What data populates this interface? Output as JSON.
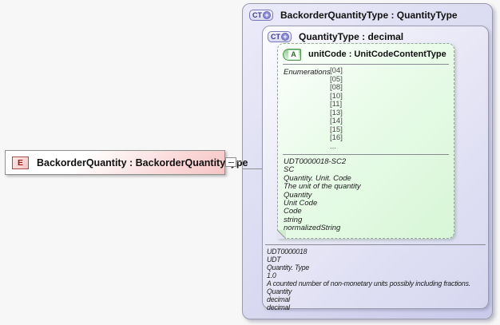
{
  "diagram": {
    "element_box": {
      "icon": "E",
      "label": "BackorderQuantity : BackorderQuantityType"
    },
    "outer_type_box": {
      "icon": "CT",
      "icon_plus": "+",
      "title": "BackorderQuantityType : QuantityType"
    },
    "inner_type_box": {
      "icon": "CT",
      "icon_plus": "+",
      "title": "QuantityType : decimal",
      "annotations": [
        "UDT0000018",
        "UDT",
        "Quantity. Type",
        "1.0",
        "A counted number of non-monetary units possibly including fractions.",
        "Quantity",
        "decimal",
        "decimal"
      ]
    },
    "attribute_box": {
      "icon": "A",
      "title": "unitCode : UnitCodeContentType",
      "enumerations_label": "Enumerations",
      "enumeration_values": [
        "[04]",
        "[05]",
        "[08]",
        "[10]",
        "[11]",
        "[13]",
        "[14]",
        "[15]",
        "[16]",
        "..."
      ],
      "annotations": [
        "UDT0000018-SC2",
        "SC",
        "Quantity. Unit. Code",
        "The unit of the quantity",
        "Quantity",
        "Unit Code",
        "Code",
        "string",
        "normalizedString"
      ]
    },
    "colors": {
      "element_fill": "#f6c6c6",
      "element_icon_border": "#a34d4d",
      "complex_type_fill": "#d4d4ef",
      "attribute_fill": "#ddf6dd",
      "border_gray": "#8f8f8f"
    }
  }
}
